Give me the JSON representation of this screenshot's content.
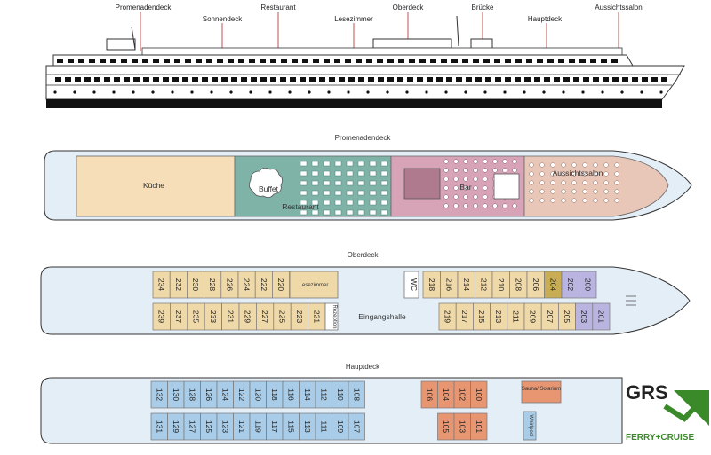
{
  "profile_labels": [
    "Promenadendeck",
    "Sonnendeck",
    "Restaurant",
    "Lesezimmer",
    "Oberdeck",
    "Brücke",
    "Hauptdeck",
    "Aussichtssalon"
  ],
  "promenade": {
    "title": "Promenadendeck",
    "areas": [
      "Küche",
      "Buffet",
      "Restaurant",
      "Bar",
      "Aussichtssalon"
    ]
  },
  "oberdeck": {
    "title": "Oberdeck",
    "top_row": [
      "234",
      "232",
      "230",
      "228",
      "226",
      "224",
      "222",
      "220"
    ],
    "lesezimmer": "Lesezimmer",
    "wc": "WC",
    "top_row_right": [
      "218",
      "216",
      "214",
      "212",
      "210",
      "208",
      "206",
      "204",
      "202",
      "200"
    ],
    "bottom_row": [
      "239",
      "237",
      "235",
      "233",
      "231",
      "229",
      "227",
      "225",
      "223",
      "221"
    ],
    "rezeption": "Rezeption",
    "eingangshalle": "Eingangshalle",
    "bottom_row_right": [
      "219",
      "217",
      "215",
      "213",
      "211",
      "209",
      "207",
      "205",
      "203",
      "201"
    ]
  },
  "hauptdeck": {
    "title": "Hauptdeck",
    "top_row": [
      "132",
      "130",
      "128",
      "126",
      "124",
      "122",
      "120",
      "118",
      "116",
      "114",
      "112",
      "110",
      "108"
    ],
    "bottom_row": [
      "131",
      "129",
      "127",
      "125",
      "123",
      "121",
      "119",
      "117",
      "115",
      "113",
      "111",
      "109",
      "107"
    ],
    "top_row_right": [
      "106",
      "104",
      "102",
      "100"
    ],
    "bottom_row_right": [
      "105",
      "103",
      "101"
    ],
    "sauna": "Sauna/ Solarium",
    "whirlpool": "Whirlpool"
  },
  "logo": {
    "name": "GRS",
    "tagline": "FERRY+CRUISE"
  },
  "colors": {
    "cabin_yellow": "#f0d9a8",
    "cabin_gold": "#c9ad55",
    "cabin_lilac": "#b9b5e0",
    "cabin_blue": "#a9cde8",
    "cabin_orange": "#e89672",
    "hull_fill": "#e4eef6"
  }
}
